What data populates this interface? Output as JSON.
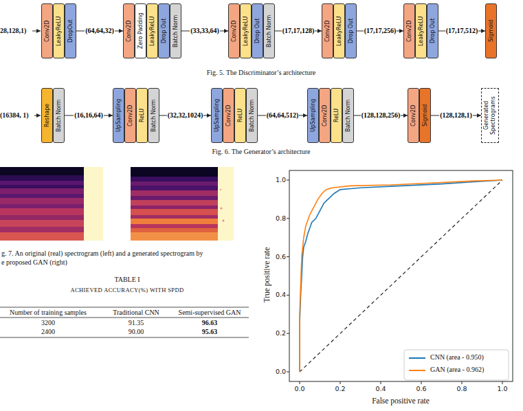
{
  "diagram": {
    "nodes": [
      {
        "text": [
          "Conv2D"
        ]
      },
      {
        "text": [
          "LeakyReLU"
        ]
      },
      {
        "text": [
          "DropOut"
        ]
      },
      {
        "text": [
          "Conv2D"
        ]
      },
      {
        "text": [
          "Zero Padding"
        ]
      },
      {
        "text": [
          "LeakyReLU"
        ]
      },
      {
        "text": [
          "Drop Out"
        ]
      },
      {
        "text": [
          "Batch Norm"
        ]
      },
      {
        "text": [
          "Conv2D"
        ]
      },
      {
        "text": [
          "LeakyReLU"
        ]
      },
      {
        "text": [
          "Drop Out"
        ]
      },
      {
        "text": [
          "Batch Norm"
        ]
      },
      {
        "text": [
          "Conv2D"
        ]
      },
      {
        "text": [
          "LeakyReLU"
        ]
      },
      {
        "text": [
          "Drop Out"
        ]
      },
      {
        "text": [
          "Conv2D"
        ]
      },
      {
        "text": [
          "LeakyReLU"
        ]
      },
      {
        "text": [
          "Drop Out"
        ]
      },
      {
        "text": [
          "Sigmoid"
        ]
      },
      {
        "text": [
          "Reshape"
        ]
      },
      {
        "text": [
          "Batch Norm"
        ]
      },
      {
        "text": [
          "UpSampling"
        ]
      },
      {
        "text": [
          "Conv2D"
        ]
      },
      {
        "text": [
          "ReLU"
        ]
      },
      {
        "text": [
          "Batch Norm"
        ]
      },
      {
        "text": [
          "UpSampling"
        ]
      },
      {
        "text": [
          "Conv2D"
        ]
      },
      {
        "text": [
          "ReLU"
        ]
      },
      {
        "text": [
          "Batch Norm"
        ]
      },
      {
        "text": [
          "UpSampling"
        ]
      },
      {
        "text": [
          "Conv2D"
        ]
      },
      {
        "text": [
          "ReLU"
        ]
      },
      {
        "text": [
          "Batch Norm"
        ]
      },
      {
        "text": [
          "Conv2D"
        ]
      },
      {
        "text": [
          "Sigmoid"
        ]
      },
      {
        "text": [
          "Generated Spectrograms"
        ]
      }
    ],
    "edges": [
      {
        "from": 2,
        "to": 3,
        "label": "(64,64,32)",
        "arrow": "to"
      },
      {
        "from": 7,
        "to": 8,
        "label": "(33,33,64)",
        "arrow": "to"
      },
      {
        "from": 11,
        "to": 12,
        "label": "(17,17,128)",
        "arrow": "to"
      },
      {
        "from": 14,
        "to": 15,
        "label": "(17,17,256)",
        "arrow": "to"
      },
      {
        "from": 17,
        "to": 18,
        "label": "(17,17,512)",
        "arrow": "to"
      },
      {
        "from": 20,
        "to": 21,
        "label": "(16,16,64)",
        "arrow": "to"
      },
      {
        "from": 24,
        "to": 25,
        "label": "(32,32,1024)",
        "arrow": "to"
      },
      {
        "from": 28,
        "to": 29,
        "label": "(64,64,512)",
        "arrow": "to"
      },
      {
        "from": 32,
        "to": 33,
        "label": "(128,128,256)",
        "arrow": "to"
      },
      {
        "from": 34,
        "to": 35,
        "label": "(128,128,1)",
        "arrow": "to"
      }
    ],
    "labels": [
      "28,128,1)",
      "Fig. 5. The Discriminator’s architecture",
      "(16384, 1)",
      "Fig. 6. The Generator’s architecture",
      "g. 7. An original (real) spectrogram (left) and a generated spectrogram by",
      "e proposed GAN (right)",
      "TABLE I",
      "ACHIEVED ACCURACY(%) WITH SPDD",
      "Number of training samples",
      "Traditional CNN",
      "Semi-supervised GAN",
      "3200",
      "91.35",
      "96.63",
      "2400",
      "90.00",
      "95.63",
      "1.0",
      "0.8",
      "0.6",
      "0.4",
      "0.2",
      "0.0",
      "0.0",
      "0.2",
      "0.4",
      "0.6",
      "0.8",
      "1.0",
      "True positive rate",
      "False positive rate"
    ],
    "legend": [
      {
        "text": "CNN (area - 0.950)",
        "color": "#1f77b4"
      },
      {
        "text": "GAN (area - 0.962)",
        "color": "#ff7f0e"
      }
    ]
  }
}
